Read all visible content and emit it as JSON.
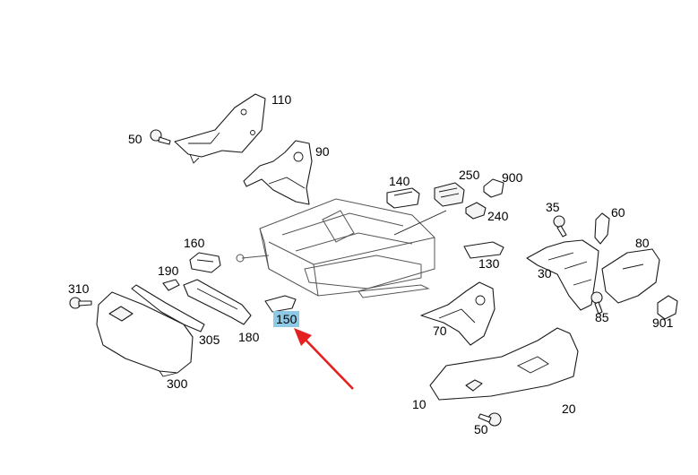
{
  "colors": {
    "highlight": "#8ec9e6",
    "arrow": "#e5211f",
    "line": "#1a1a1a"
  },
  "labels": {
    "l110": "110",
    "l50a": "50",
    "l90": "90",
    "l140": "140",
    "l250": "250",
    "l900": "900",
    "l240": "240",
    "l35": "35",
    "l60": "60",
    "l80": "80",
    "l160": "160",
    "l190": "190",
    "l30": "30",
    "l130": "130",
    "l310": "310",
    "l150": "150",
    "l70": "70",
    "l85": "85",
    "l901": "901",
    "l305": "305",
    "l180": "180",
    "l300": "300",
    "l10": "10",
    "l20": "20",
    "l50b": "50"
  },
  "highlighted": "150"
}
